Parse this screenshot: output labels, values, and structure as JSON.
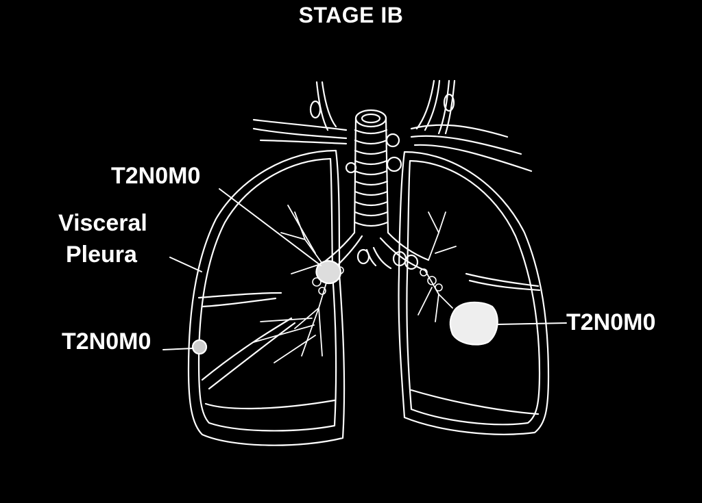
{
  "title": "STAGE IB",
  "labels": {
    "tumor_upper": "T2N0M0",
    "visceral_line1": "Visceral",
    "visceral_line2": "Pleura",
    "tumor_lower_left": "T2N0M0",
    "tumor_right": "T2N0M0"
  },
  "colors": {
    "background": "#000000",
    "foreground": "#ffffff"
  }
}
